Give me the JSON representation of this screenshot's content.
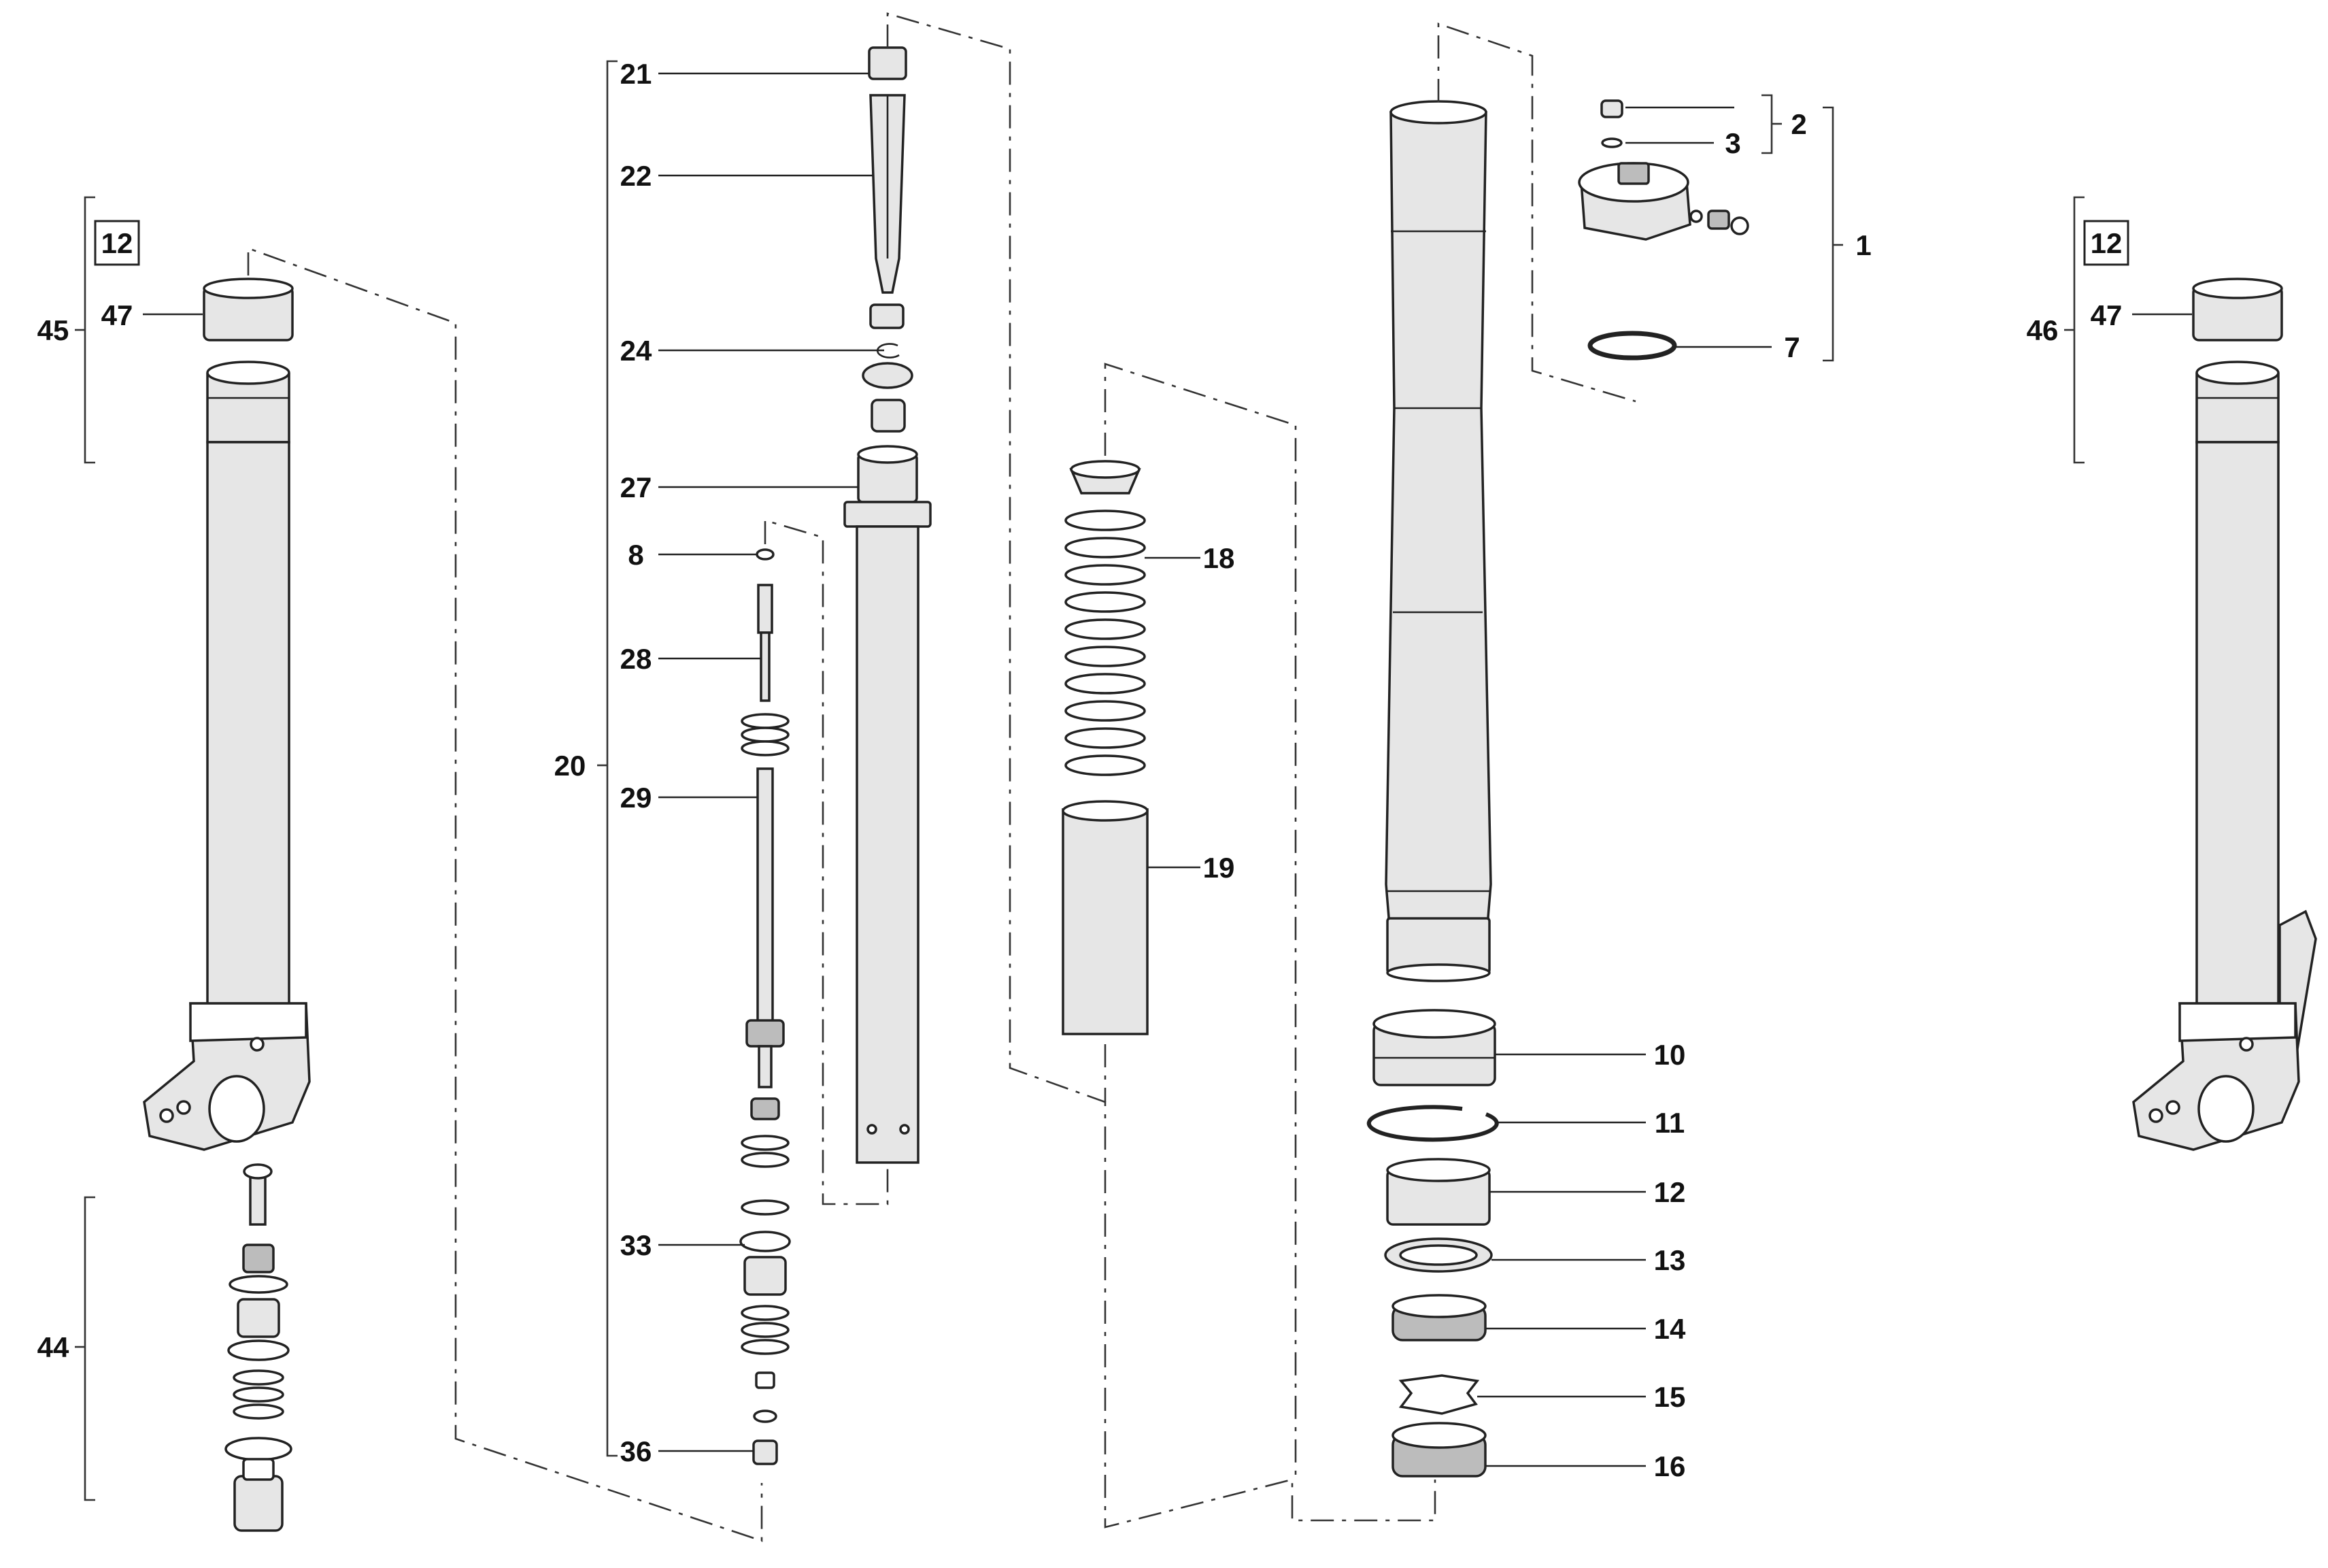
{
  "callouts": {
    "c1": "1",
    "c2": "2",
    "c3": "3",
    "c7": "7",
    "c8": "8",
    "c10": "10",
    "c11": "11",
    "c12": "12",
    "c13": "13",
    "c14": "14",
    "c15": "15",
    "c16": "16",
    "c18": "18",
    "c19": "19",
    "c20": "20",
    "c21": "21",
    "c22": "22",
    "c24": "24",
    "c27": "27",
    "c28": "28",
    "c29": "29",
    "c33": "33",
    "c36": "36",
    "c44": "44",
    "c45": "45",
    "c46": "46",
    "c47_left": "47",
    "c47_right": "47",
    "box12_left": "12",
    "box12_right": "12"
  }
}
